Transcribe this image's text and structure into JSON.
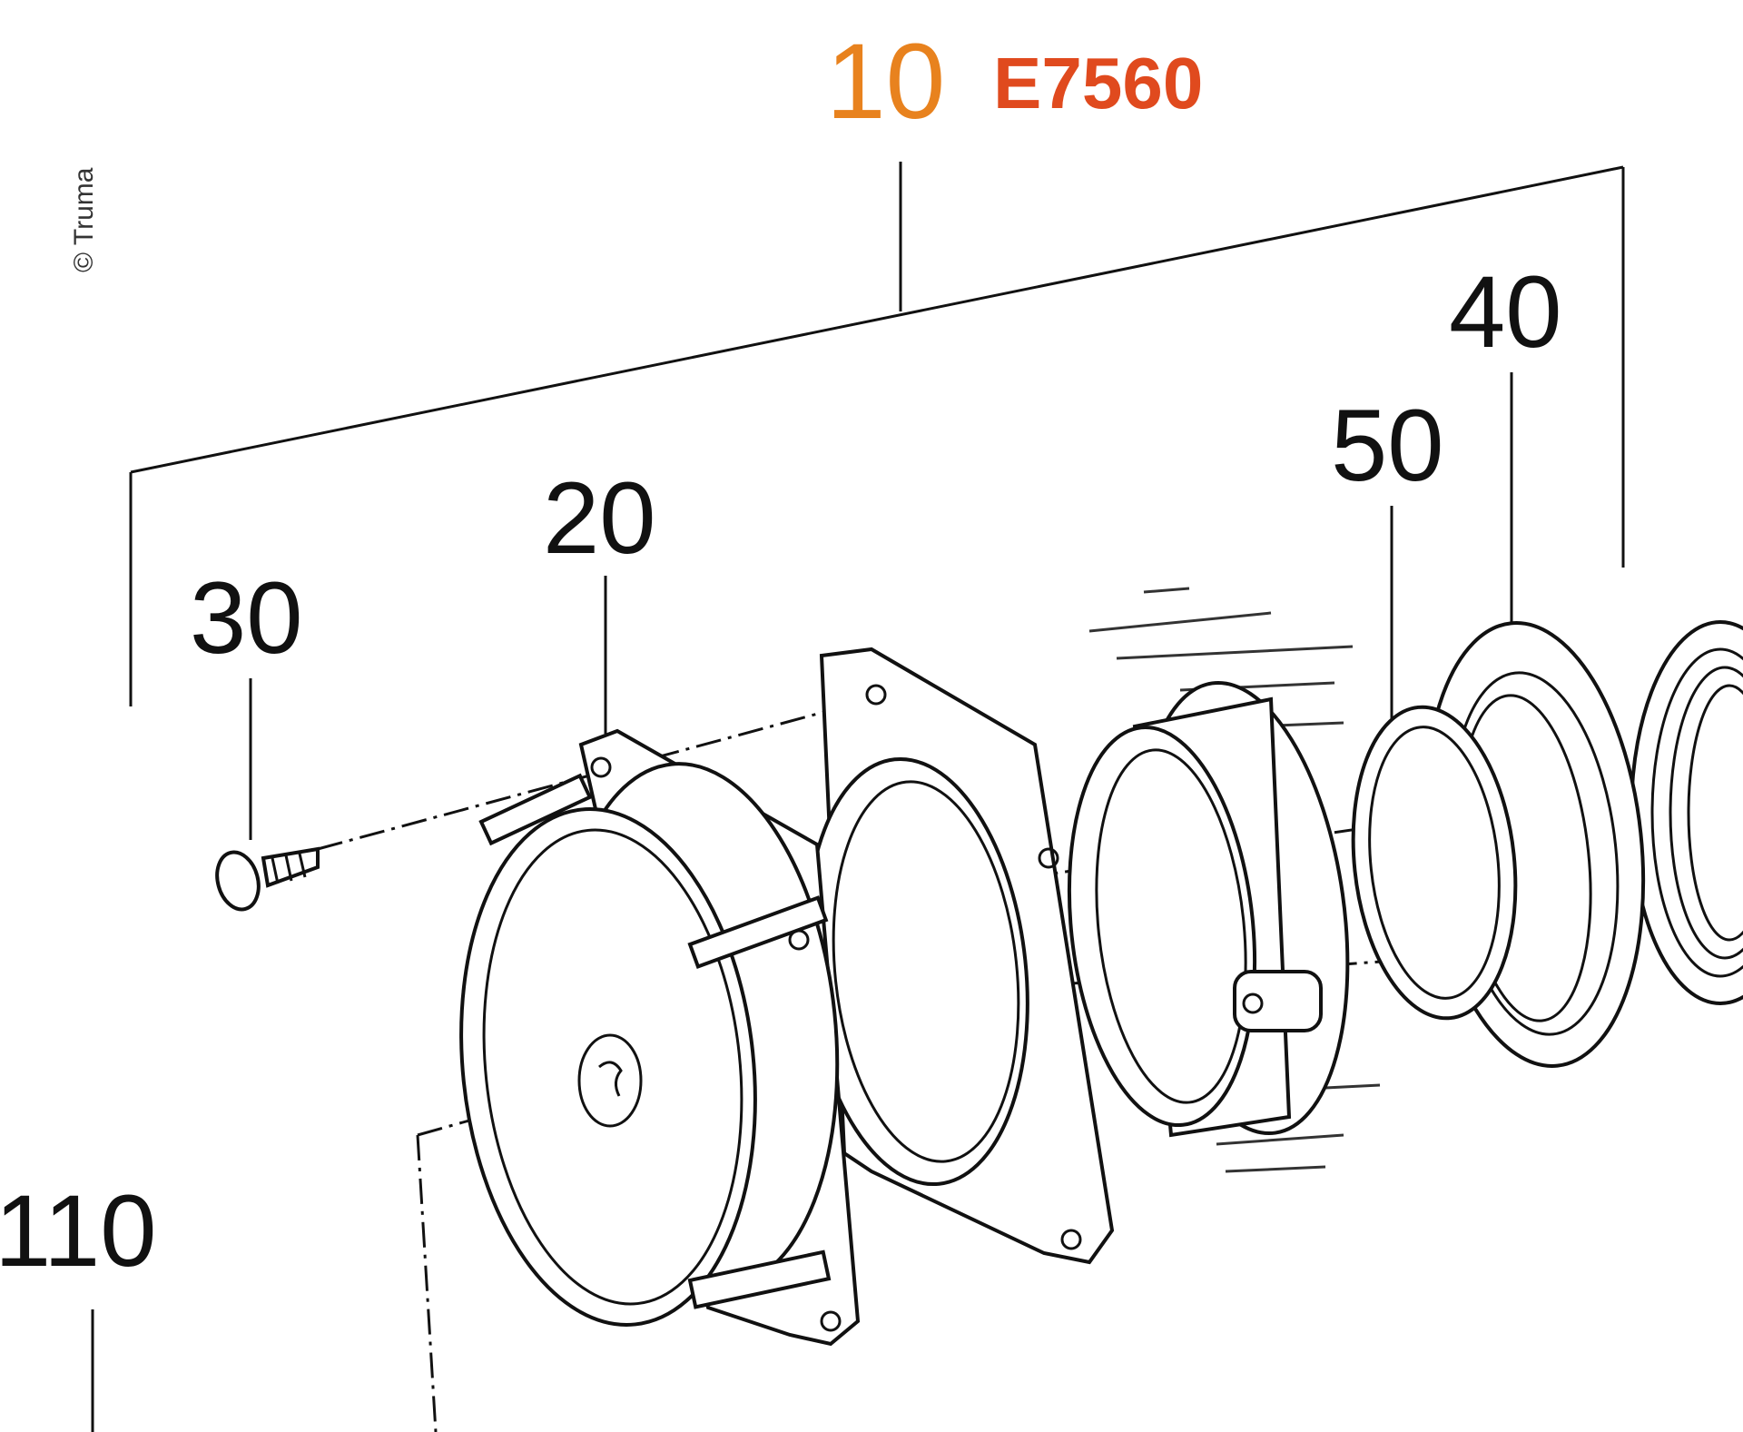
{
  "diagram": {
    "assembly": {
      "number": "10",
      "code": "E7560",
      "number_color": "#e8821e",
      "code_color": "#e04a1e"
    },
    "copyright": "© Truma",
    "part_labels": [
      {
        "id": "p20",
        "text": "20"
      },
      {
        "id": "p30",
        "text": "30"
      },
      {
        "id": "p40",
        "text": "40"
      },
      {
        "id": "p50",
        "text": "50"
      },
      {
        "id": "p110",
        "text": "110"
      }
    ]
  }
}
